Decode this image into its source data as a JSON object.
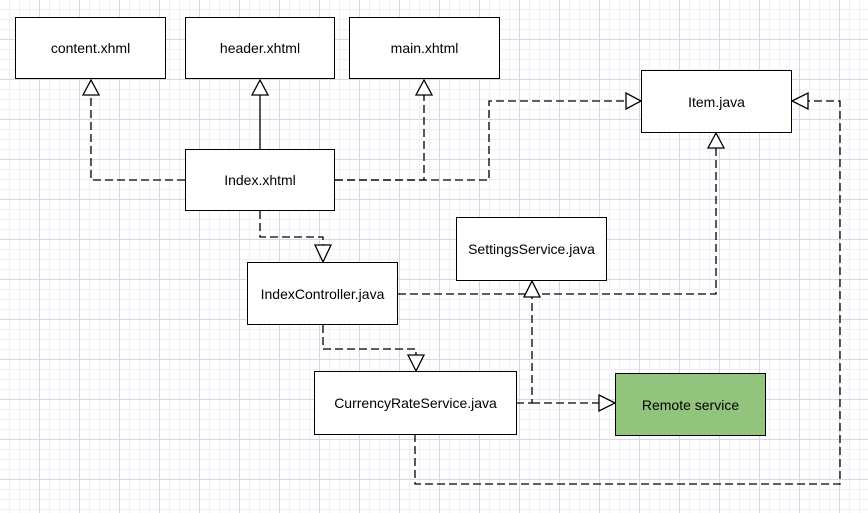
{
  "nodes": {
    "content": {
      "label": "content.xhml"
    },
    "header": {
      "label": "header.xhtml"
    },
    "main": {
      "label": "main.xhtml"
    },
    "item": {
      "label": "Item.java"
    },
    "index": {
      "label": "Index.xhtml"
    },
    "settings": {
      "label": "SettingsService.java"
    },
    "controller": {
      "label": "IndexController.java"
    },
    "currency": {
      "label": "CurrencyRateService.java"
    },
    "remote": {
      "label": "Remote service"
    }
  },
  "edges": [
    {
      "from": "index",
      "to": "content",
      "style": "dashed"
    },
    {
      "from": "index",
      "to": "header",
      "style": "solid"
    },
    {
      "from": "index",
      "to": "main",
      "style": "dashed"
    },
    {
      "from": "index",
      "to": "item",
      "style": "dashed"
    },
    {
      "from": "index",
      "to": "controller",
      "style": "dashed"
    },
    {
      "from": "controller",
      "to": "item",
      "style": "dashed"
    },
    {
      "from": "controller",
      "to": "currency",
      "style": "dashed"
    },
    {
      "from": "currency",
      "to": "settings",
      "style": "dashed"
    },
    {
      "from": "currency",
      "to": "remote",
      "style": "dashed"
    },
    {
      "from": "currency",
      "to": "item",
      "style": "dashed"
    }
  ],
  "colors": {
    "remote_fill": "#93c47d",
    "stroke": "#000000",
    "grid": "#d6d6e8"
  }
}
